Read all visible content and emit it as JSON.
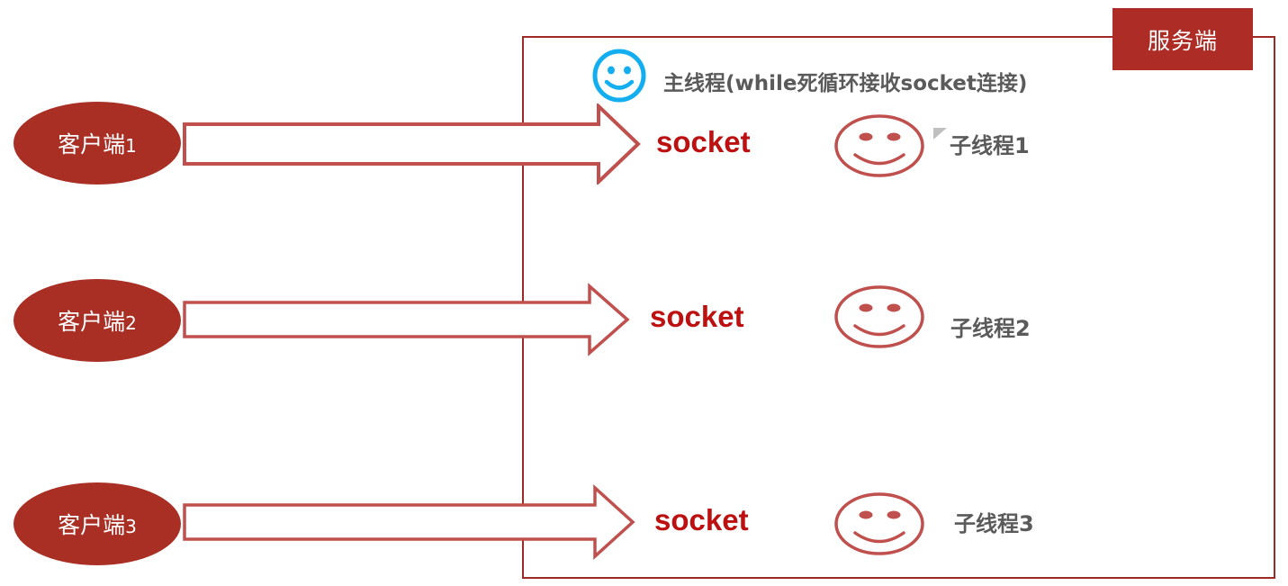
{
  "diagram": {
    "title_chip": "服务端",
    "server_box_name": "server-boundary"
  },
  "clients": [
    {
      "label": "客户端",
      "num": "1"
    },
    {
      "label": "客户端",
      "num": "2"
    },
    {
      "label": "客户端",
      "num": "3"
    }
  ],
  "sockets": [
    {
      "label": "socket"
    },
    {
      "label": "socket"
    },
    {
      "label": "socket"
    }
  ],
  "main_thread": {
    "icon": "smiley-face-icon",
    "label": "主线程(while死循环接收socket连接)",
    "color": "#13aeef"
  },
  "child_threads": [
    {
      "icon": "smiley-face-icon",
      "label": "子线程1",
      "color": "#c0504d"
    },
    {
      "icon": "smiley-face-icon",
      "label": "子线程2",
      "color": "#c0504d"
    },
    {
      "icon": "smiley-face-icon",
      "label": "子线程3",
      "color": "#c0504d"
    }
  ],
  "colors": {
    "brand_red": "#ae2c26",
    "ellipse_fill": "#a92f25",
    "arrow_stroke": "#c0504d",
    "socket_text": "#bd1010",
    "label_grey": "#5a5a5a",
    "box_border": "#9e2a26",
    "main_thread_blue": "#13aeef"
  }
}
